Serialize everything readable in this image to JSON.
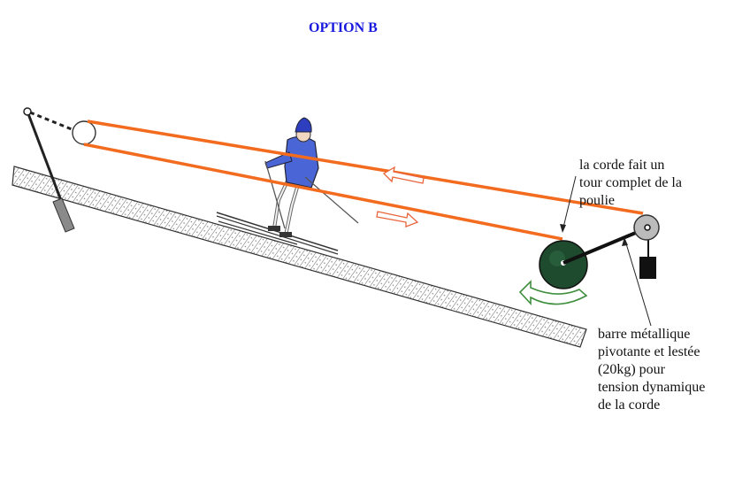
{
  "title": "OPTION B",
  "annotation_rope": [
    "la corde fait un",
    "tour complet de la",
    "poulie"
  ],
  "annotation_bar": [
    "barre métallique",
    "pivotante et lestée",
    "(20kg) pour",
    "tension dynamique",
    "de la corde"
  ],
  "colors": {
    "title": "#1a1adf",
    "rope": "#f26b1f",
    "arrow_outline": "#e8643a",
    "drive_wheel": "#1e4a2e",
    "rotation_arrow": "#3f8f3f",
    "skier_jacket": "#4a66d6",
    "slope_hatch": "#555555"
  }
}
